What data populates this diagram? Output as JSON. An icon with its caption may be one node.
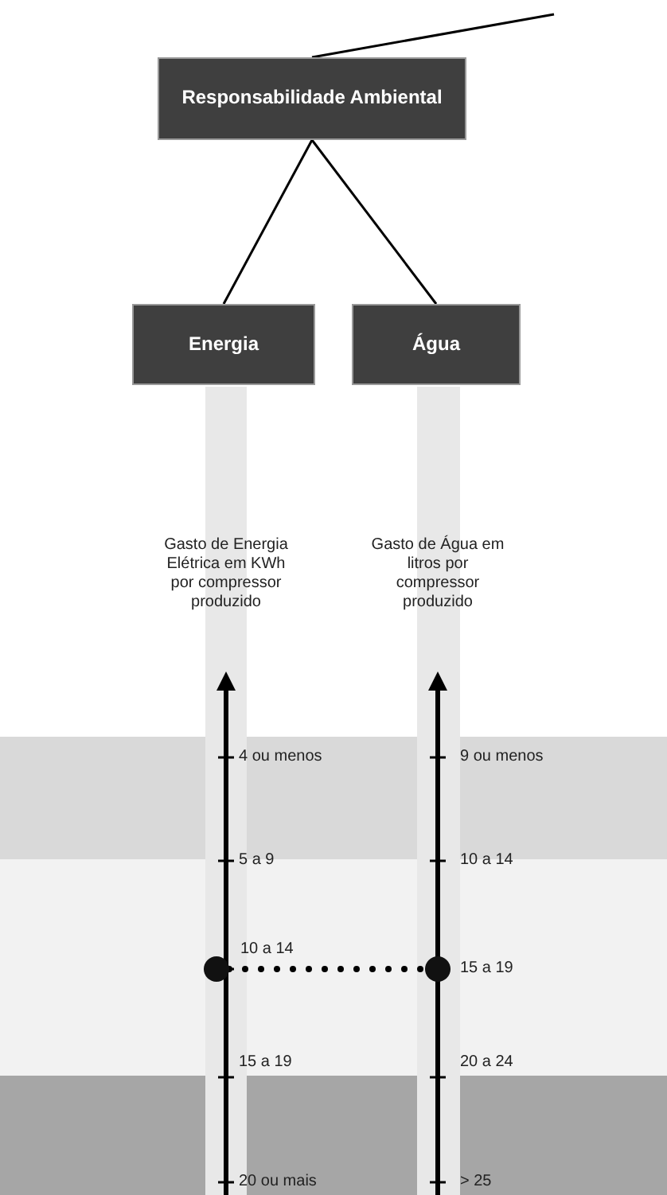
{
  "diagram": {
    "nodes": [
      {
        "text": [
          "Responsabilidade Ambiental"
        ]
      },
      {
        "text": [
          "Energia"
        ]
      },
      {
        "text": [
          "Água"
        ]
      },
      {
        "text": [],
        "shape": "circle"
      },
      {
        "text": [],
        "shape": "circle"
      }
    ],
    "edges": [
      {
        "from": null,
        "to": 0,
        "arrow": "none"
      },
      {
        "from": 0,
        "to": 1,
        "arrow": "none"
      },
      {
        "from": 0,
        "to": 2,
        "arrow": "none"
      },
      {
        "from": 3,
        "to": 4,
        "arrow": "none",
        "style": "dashed"
      }
    ],
    "labels": [
      "Gasto de Energia Elétrica em KWh por compressor produzido",
      "Gasto de Água em litros por compressor produzido",
      "4 ou menos",
      "9 ou menos",
      "5 a 9",
      "10 a 14",
      "10 a 14",
      "15 a 19",
      "15 a 19",
      "20 a 24",
      "20 ou mais",
      "> 25"
    ]
  }
}
